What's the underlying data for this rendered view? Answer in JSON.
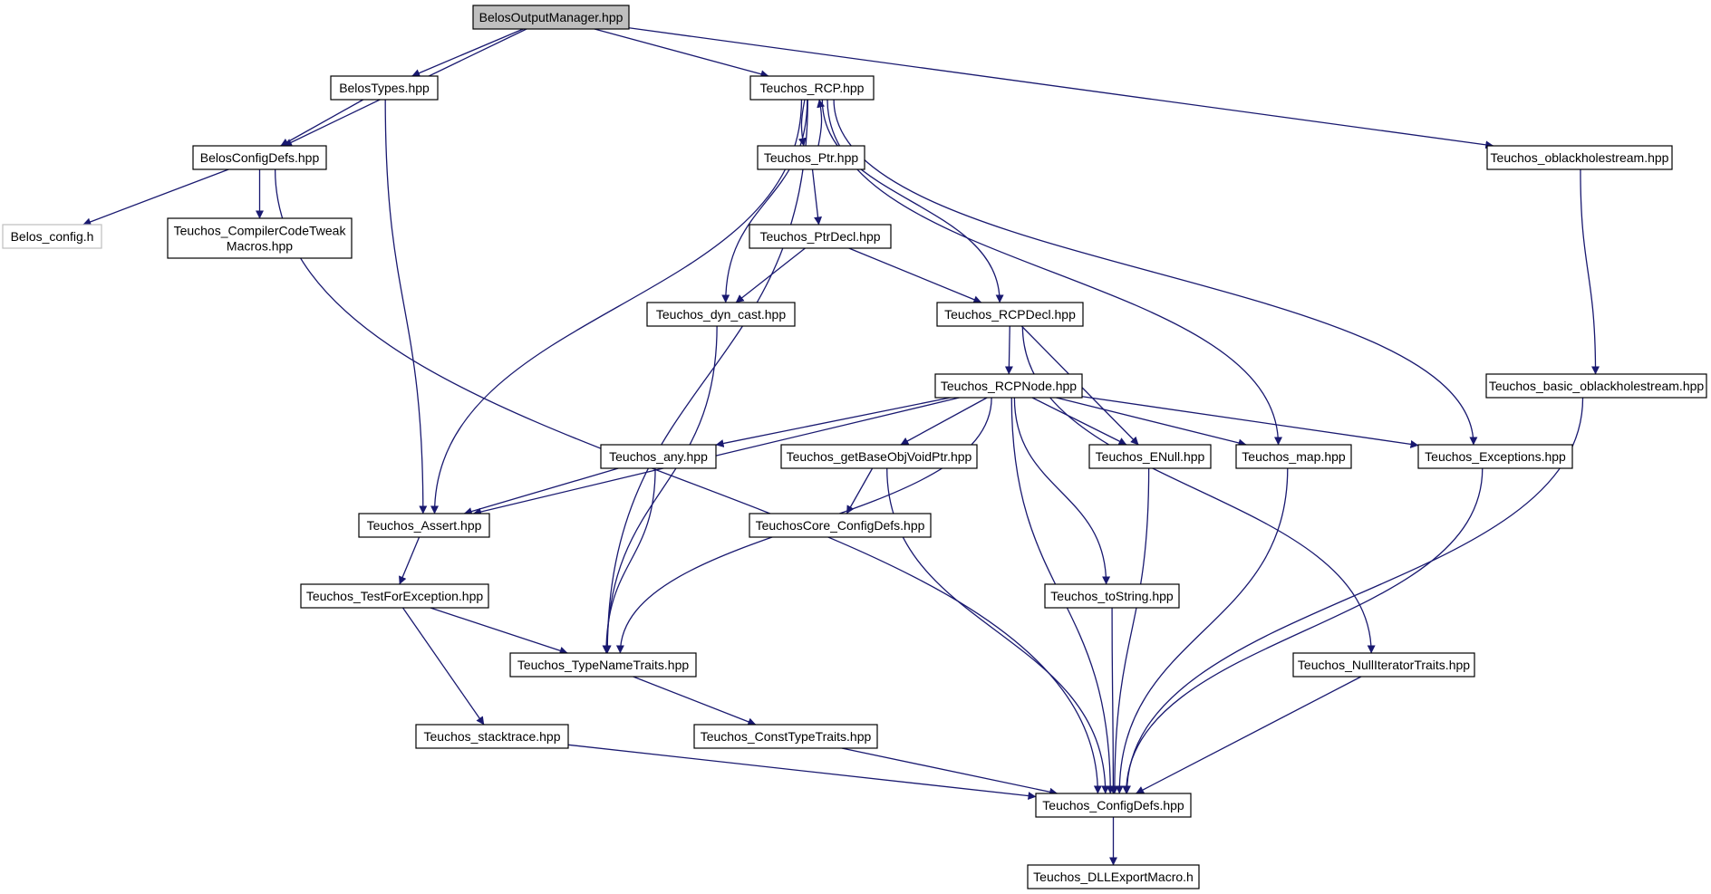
{
  "colors": {
    "edge": "#191970",
    "root_fill": "#bfbfbf",
    "node_stroke": "#000000",
    "external_stroke": "#bfbfbf"
  },
  "nodes": [
    {
      "id": "n0",
      "lines": [
        "BelosOutputManager.hpp"
      ],
      "style": "root"
    },
    {
      "id": "n1",
      "lines": [
        "BelosTypes.hpp"
      ]
    },
    {
      "id": "n2",
      "lines": [
        "Teuchos_RCP.hpp"
      ]
    },
    {
      "id": "n3",
      "lines": [
        "BelosConfigDefs.hpp"
      ]
    },
    {
      "id": "n4",
      "lines": [
        "Teuchos_oblackholestream.hpp"
      ]
    },
    {
      "id": "n5",
      "lines": [
        "Belos_config.h"
      ],
      "style": "external"
    },
    {
      "id": "n6",
      "lines": [
        "Teuchos_CompilerCodeTweak",
        "Macros.hpp"
      ]
    },
    {
      "id": "n7",
      "lines": [
        "Teuchos_Ptr.hpp"
      ]
    },
    {
      "id": "n8",
      "lines": [
        "Teuchos_PtrDecl.hpp"
      ]
    },
    {
      "id": "n9",
      "lines": [
        "Teuchos_dyn_cast.hpp"
      ]
    },
    {
      "id": "n10",
      "lines": [
        "Teuchos_RCPDecl.hpp"
      ]
    },
    {
      "id": "n11",
      "lines": [
        "Teuchos_basic_oblackholestream.hpp"
      ]
    },
    {
      "id": "n12",
      "lines": [
        "Teuchos_RCPNode.hpp"
      ]
    },
    {
      "id": "n13",
      "lines": [
        "Teuchos_any.hpp"
      ]
    },
    {
      "id": "n14",
      "lines": [
        "Teuchos_getBaseObjVoidPtr.hpp"
      ]
    },
    {
      "id": "n15",
      "lines": [
        "Teuchos_ENull.hpp"
      ]
    },
    {
      "id": "n16",
      "lines": [
        "Teuchos_map.hpp"
      ]
    },
    {
      "id": "n17",
      "lines": [
        "Teuchos_Exceptions.hpp"
      ]
    },
    {
      "id": "n18",
      "lines": [
        "Teuchos_Assert.hpp"
      ]
    },
    {
      "id": "n19",
      "lines": [
        "TeuchosCore_ConfigDefs.hpp"
      ]
    },
    {
      "id": "n20",
      "lines": [
        "Teuchos_TestForException.hpp"
      ]
    },
    {
      "id": "n21",
      "lines": [
        "Teuchos_toString.hpp"
      ]
    },
    {
      "id": "n22",
      "lines": [
        "Teuchos_TypeNameTraits.hpp"
      ]
    },
    {
      "id": "n23",
      "lines": [
        "Teuchos_NullIteratorTraits.hpp"
      ]
    },
    {
      "id": "n24",
      "lines": [
        "Teuchos_stacktrace.hpp"
      ]
    },
    {
      "id": "n25",
      "lines": [
        "Teuchos_ConstTypeTraits.hpp"
      ]
    },
    {
      "id": "n26",
      "lines": [
        "Teuchos_ConfigDefs.hpp"
      ]
    },
    {
      "id": "n27",
      "lines": [
        "Teuchos_DLLExportMacro.h"
      ]
    }
  ],
  "edges": [
    [
      "n0",
      "n3"
    ],
    [
      "n0",
      "n1"
    ],
    [
      "n0",
      "n2"
    ],
    [
      "n0",
      "n4"
    ],
    [
      "n1",
      "n3"
    ],
    [
      "n1",
      "n18"
    ],
    [
      "n3",
      "n5"
    ],
    [
      "n3",
      "n6"
    ],
    [
      "n3",
      "n26"
    ],
    [
      "n2",
      "n7"
    ],
    [
      "n2",
      "n18"
    ],
    [
      "n2",
      "n22"
    ],
    [
      "n2",
      "n9"
    ],
    [
      "n2",
      "n10"
    ],
    [
      "n2",
      "n16"
    ],
    [
      "n2",
      "n17"
    ],
    [
      "n7",
      "n2"
    ],
    [
      "n7",
      "n8"
    ],
    [
      "n8",
      "n9"
    ],
    [
      "n8",
      "n10"
    ],
    [
      "n9",
      "n22"
    ],
    [
      "n10",
      "n12"
    ],
    [
      "n10",
      "n15"
    ],
    [
      "n10",
      "n23"
    ],
    [
      "n4",
      "n11"
    ],
    [
      "n11",
      "n26"
    ],
    [
      "n12",
      "n18"
    ],
    [
      "n12",
      "n13"
    ],
    [
      "n12",
      "n22"
    ],
    [
      "n12",
      "n14"
    ],
    [
      "n12",
      "n15"
    ],
    [
      "n12",
      "n16"
    ],
    [
      "n12",
      "n17"
    ],
    [
      "n12",
      "n21"
    ],
    [
      "n12",
      "n26"
    ],
    [
      "n13",
      "n18"
    ],
    [
      "n13",
      "n22"
    ],
    [
      "n14",
      "n19"
    ],
    [
      "n14",
      "n26"
    ],
    [
      "n15",
      "n26"
    ],
    [
      "n16",
      "n26"
    ],
    [
      "n17",
      "n26"
    ],
    [
      "n18",
      "n20"
    ],
    [
      "n20",
      "n22"
    ],
    [
      "n20",
      "n24"
    ],
    [
      "n21",
      "n26"
    ],
    [
      "n22",
      "n25"
    ],
    [
      "n23",
      "n26"
    ],
    [
      "n24",
      "n26"
    ],
    [
      "n25",
      "n26"
    ],
    [
      "n26",
      "n27"
    ]
  ]
}
